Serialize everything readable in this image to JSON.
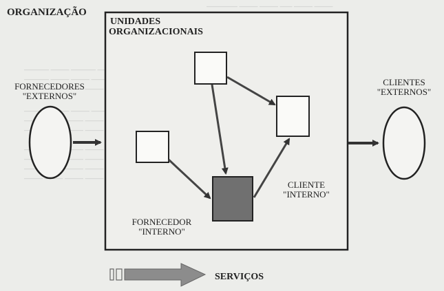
{
  "title": "ORGANIZAÇÃO",
  "units_label_line1": "UNIDADES",
  "units_label_line2": "ORGANIZACIONAIS",
  "external_suppliers_line1": "FORNECEDORES",
  "external_suppliers_line2": "\"EXTERNOS\"",
  "external_clients_line1": "CLIENTES",
  "external_clients_line2": "\"EXTERNOS\"",
  "internal_client_line1": "CLIENTE",
  "internal_client_line2": "\"INTERNO\"",
  "internal_supplier_line1": "FORNECEDOR",
  "internal_supplier_line2": "\"INTERNO\"",
  "services_label": "SERVIÇOS",
  "colors": {
    "background": "#ecedea",
    "stroke": "#222222",
    "arrow_fill": "#555555",
    "shaded_box": "#707070",
    "services_arrow": "#8c8c8c"
  }
}
